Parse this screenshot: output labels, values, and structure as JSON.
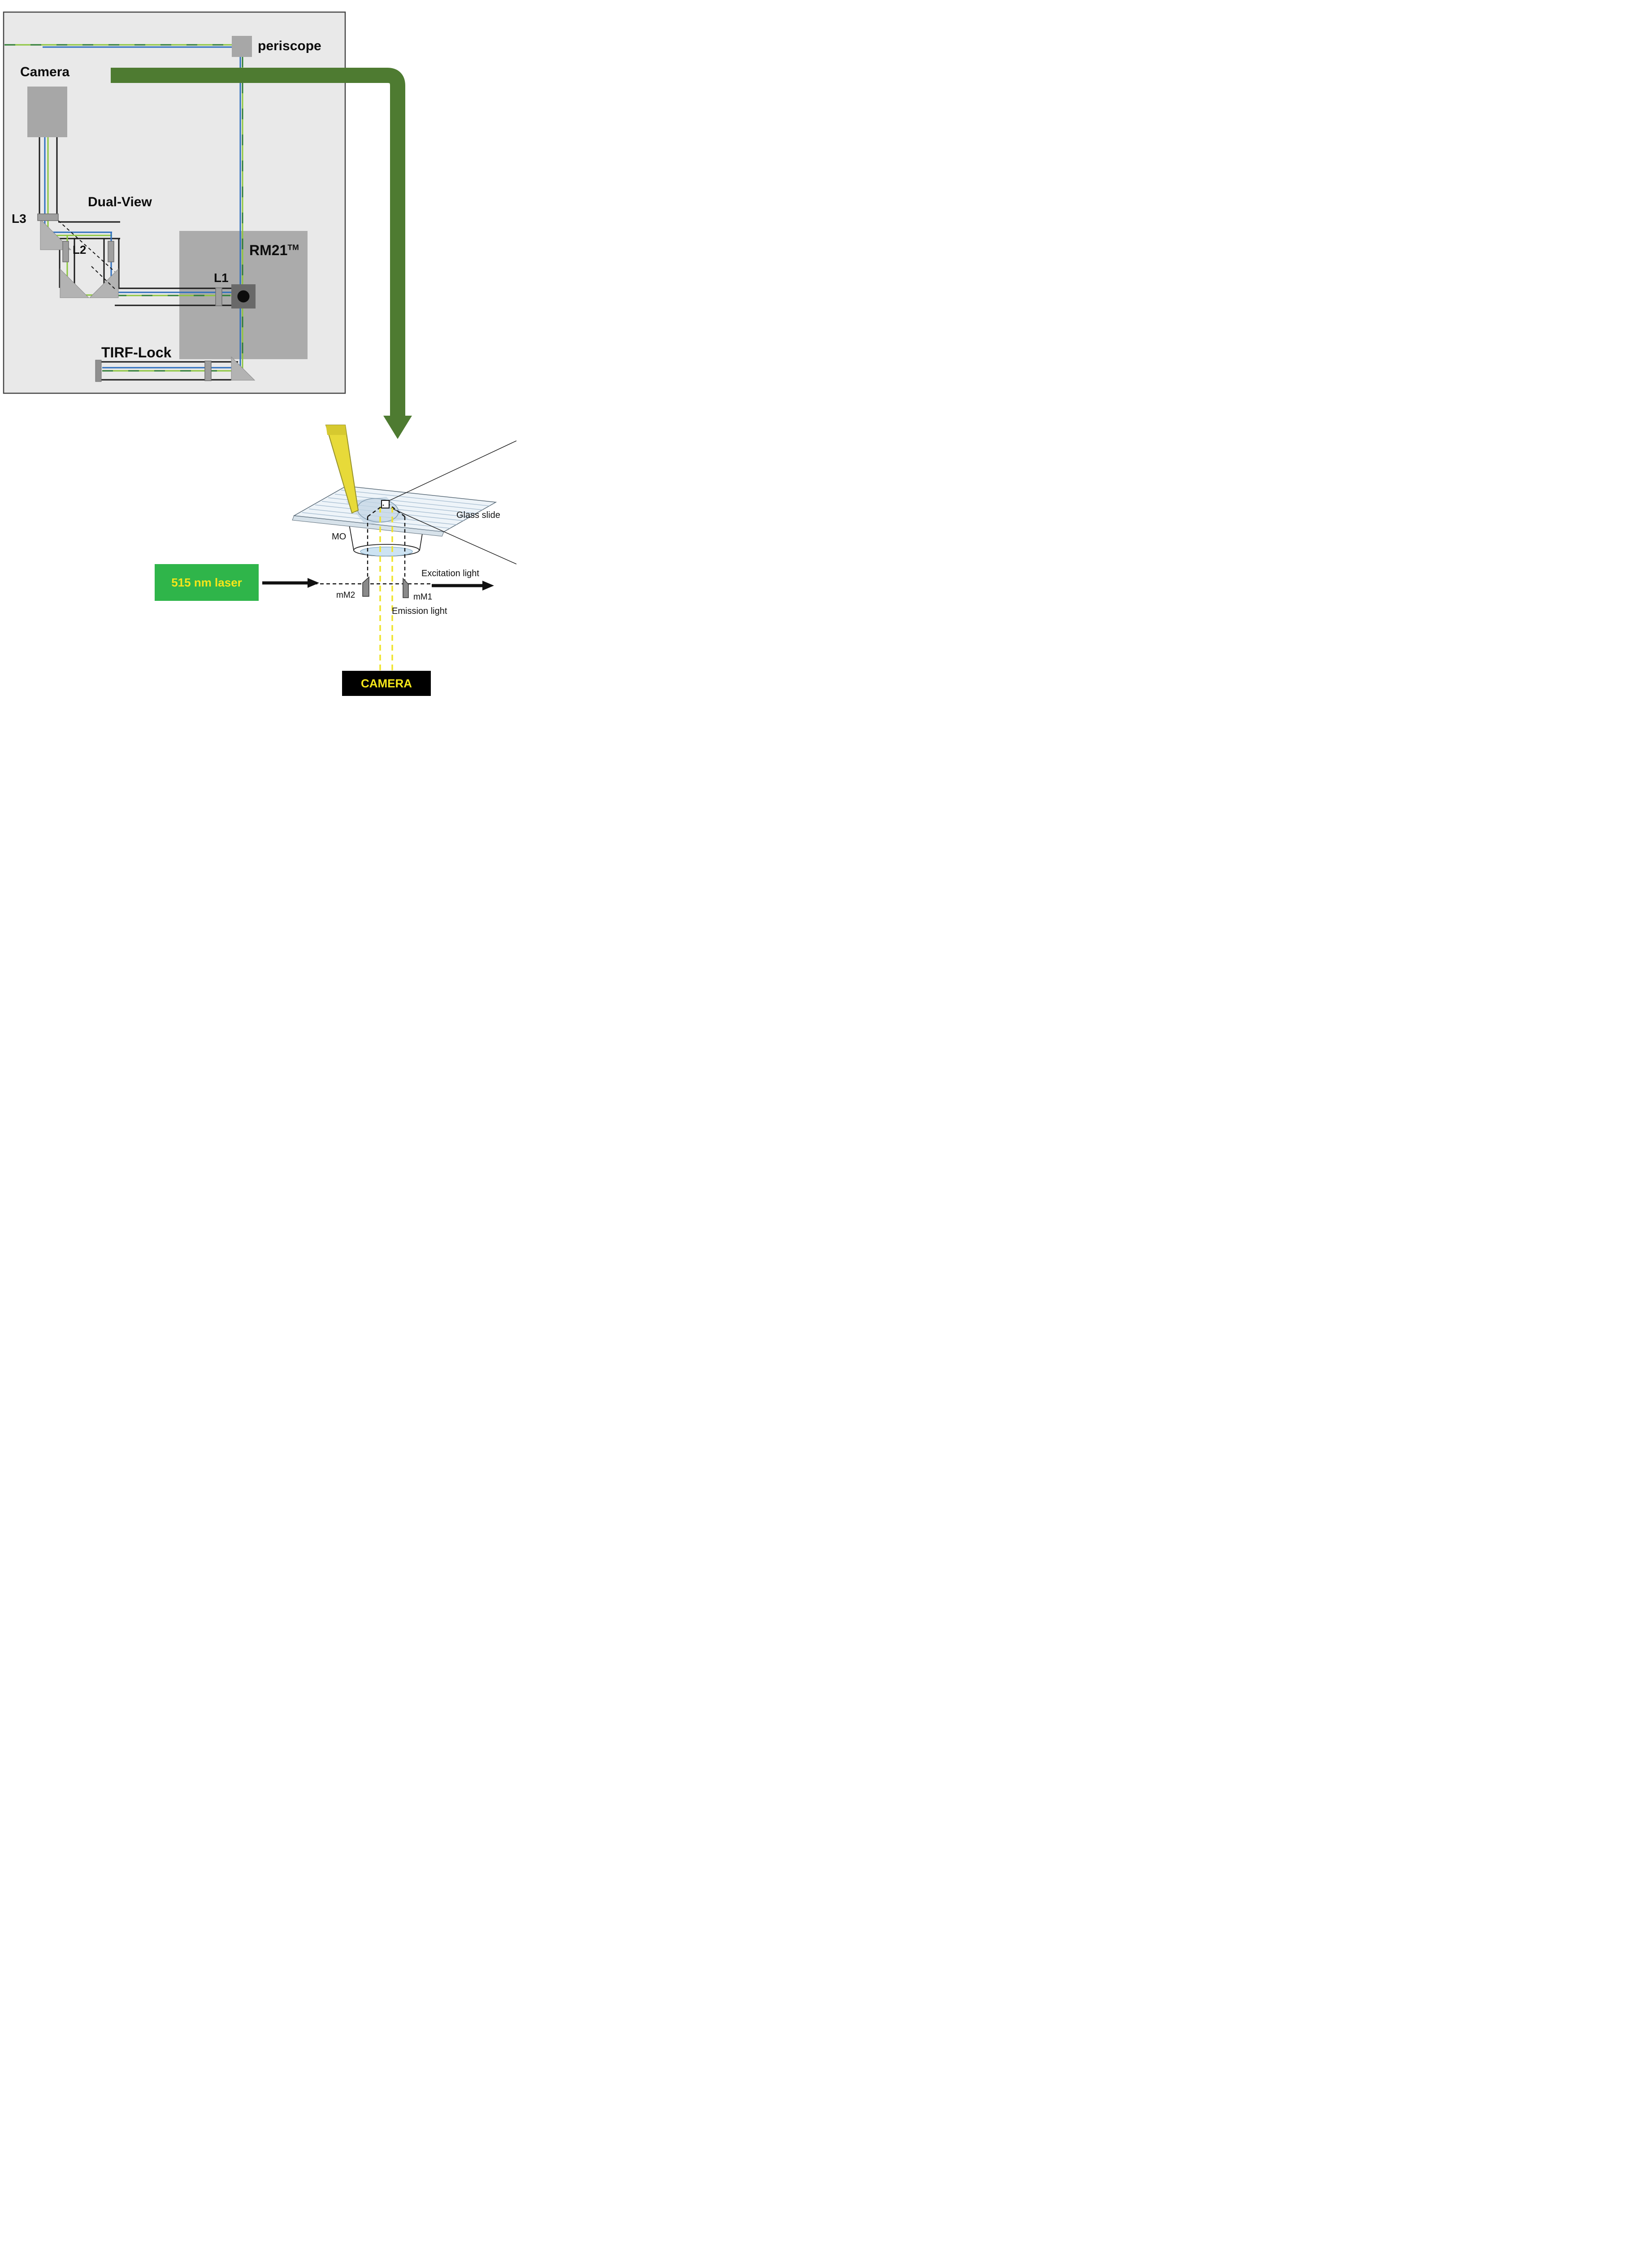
{
  "figure": {
    "panel": {
      "periscope_label": "periscope",
      "camera_label": "Camera",
      "dual_view_label": "Dual-View",
      "l3_label": "L3",
      "l2_label": "L2",
      "l1_label": "L1",
      "rm21_label": "RM21",
      "rm21_superscript": "TM",
      "tirf_lock_label": "TIRF-Lock"
    },
    "sample_diagram": {
      "glass_slide_label": "Glass slide",
      "mo_label": "MO",
      "laser_label": "515 nm laser",
      "excitation_label": "Excitation light",
      "mm2_label": "mM2",
      "mm1_label": "mM1",
      "emission_label": "Emission light",
      "camera_label": "CAMERA"
    },
    "colors": {
      "beam_blue": "#2e6fbe",
      "beam_green": "#8cc63e",
      "beam_dark_green": "#2e7d32",
      "arrow_green": "#4e7b31",
      "laser_box_green": "#2fb54a",
      "laser_text_yellow": "#f5e61a",
      "emission_yellow": "#efe32c",
      "panel_gray": "#e9e9e9",
      "component_gray": "#a7a7a7"
    }
  }
}
